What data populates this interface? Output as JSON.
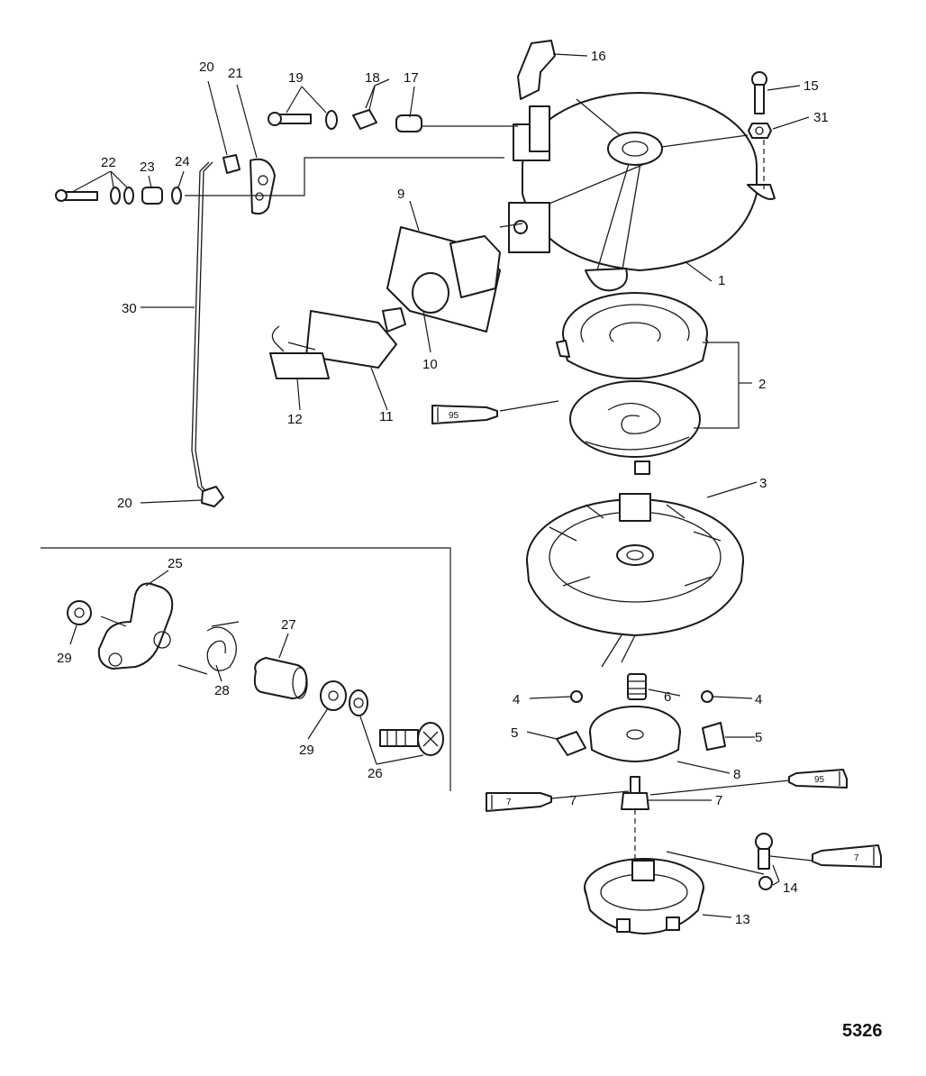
{
  "figure_number": "5326",
  "callouts": {
    "c1": "1",
    "c2": "2",
    "c3": "3",
    "c4a": "4",
    "c4b": "4",
    "c5a": "5",
    "c5b": "5",
    "c6": "6",
    "c7a": "7",
    "c7b": "7",
    "c8": "8",
    "c9": "9",
    "c10": "10",
    "c11": "11",
    "c12": "12",
    "c13": "13",
    "c14": "14",
    "c15": "15",
    "c16": "16",
    "c17": "17",
    "c18": "18",
    "c19": "19",
    "c20a": "20",
    "c20b": "20",
    "c21": "21",
    "c22": "22",
    "c23": "23",
    "c24": "24",
    "c25": "25",
    "c26": "26",
    "c27": "27",
    "c28": "28",
    "c29a": "29",
    "c29b": "29",
    "c30": "30",
    "c31": "31"
  },
  "lubricant_tubes": {
    "t95a": "95",
    "t95b": "95",
    "t7a": "7",
    "t7b": "7"
  }
}
